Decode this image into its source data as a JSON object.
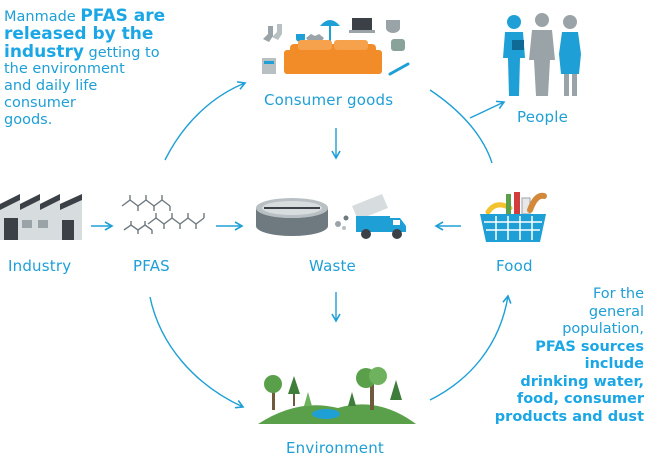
{
  "intro": {
    "prefix": "Manmade",
    "bold_1": "PFAS are",
    "bold_2": "released by the",
    "bold_3": "industry",
    "rest_1": "getting to",
    "rest_2": "the environment",
    "rest_3": "and daily life",
    "rest_4": "consumer",
    "rest_5": "goods."
  },
  "nodes": {
    "consumer_goods": "Consumer goods",
    "people": "People",
    "industry": "Industry",
    "pfas": "PFAS",
    "waste": "Waste",
    "food": "Food",
    "environment": "Environment"
  },
  "outro": {
    "line_1": "For the",
    "line_2": "general",
    "line_3": "population,",
    "bold_1": "PFAS sources",
    "bold_2": "include",
    "bold_3": "drinking water,",
    "bold_4": "food, consumer",
    "bold_5": "products and dust"
  },
  "colors": {
    "accent": "#1e9fd6",
    "sofa": "#f28c28",
    "truck": "#1e9fd6",
    "grey": "#9aa3a8",
    "green": "#5aa04b"
  }
}
